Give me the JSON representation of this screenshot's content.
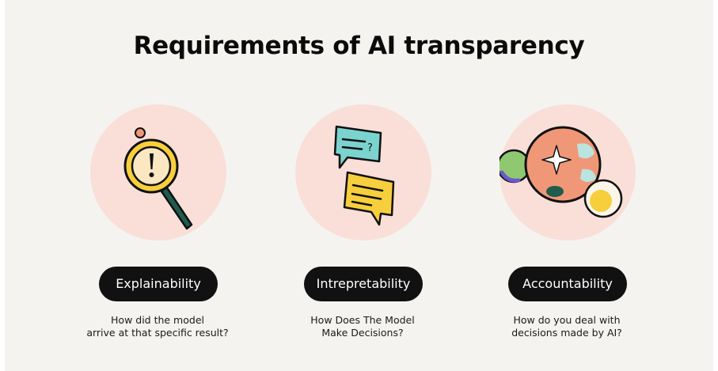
{
  "title": "Requirements of AI transparency",
  "cards": [
    {
      "label": "Explainability",
      "icon": "magnifying-glass-icon",
      "description_lines": [
        "How did the model",
        "arrive at that specific result?"
      ]
    },
    {
      "label": "Intrepretability",
      "icon": "speech-bubbles-icon",
      "description_lines": [
        "How Does The Model",
        "Make Decisions?"
      ]
    },
    {
      "label": "Accountability",
      "icon": "spheres-icon",
      "description_lines": [
        "How do you deal with",
        "decisions made by AI?"
      ]
    }
  ],
  "colors": {
    "background": "#f5f3ef",
    "circle": "#f9dfd8",
    "pill": "#111111",
    "yellow": "#f7cf3d",
    "teal": "#7ad3cf",
    "green": "#1f5c4d",
    "coral": "#f09777"
  },
  "icon_text": {
    "question_mark": "?"
  }
}
